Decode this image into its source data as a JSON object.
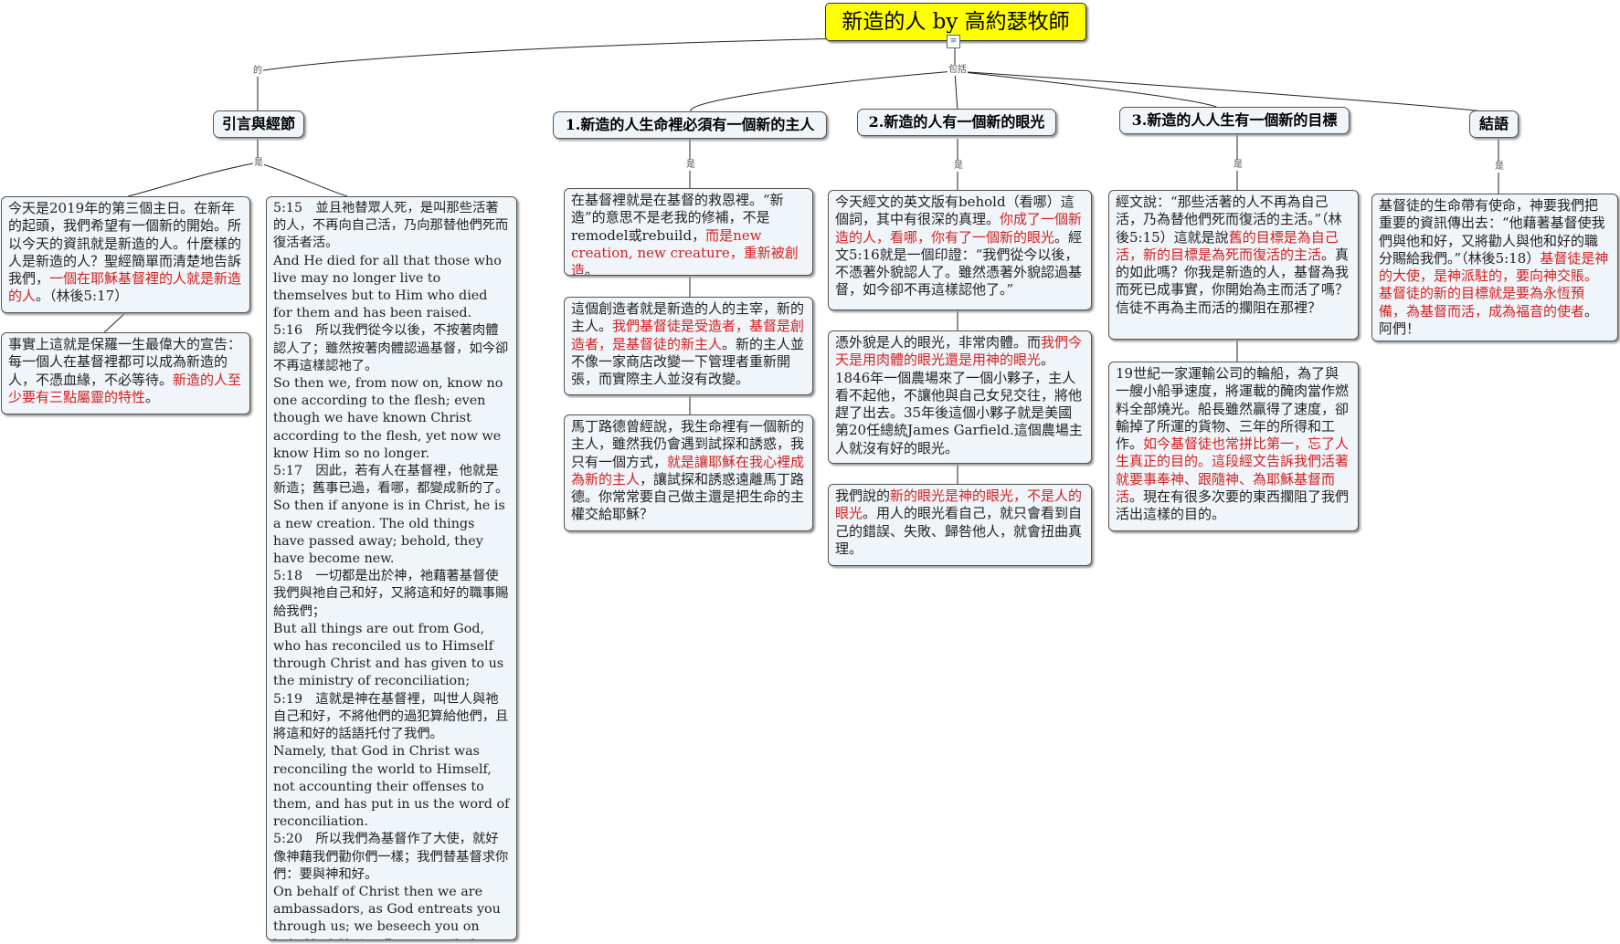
{
  "root": {
    "title": "新造的人 by 高約瑟牧師"
  },
  "edge_labels": {
    "de": "的",
    "include": "包括",
    "is": "是"
  },
  "topics": [
    {
      "id": "intro",
      "label": "引言與經節"
    },
    {
      "id": "t1",
      "label": "1.新造的人生命裡必須有一個新的主人"
    },
    {
      "id": "t2",
      "label": "2.新造的人有一個新的眼光"
    },
    {
      "id": "t3",
      "label": "3.新造的人人生有一個新的目標"
    },
    {
      "id": "concl",
      "label": "結語"
    }
  ],
  "notes": {
    "intro_a": [
      {
        "t": "今天是2019年的第三個主日。在新年的起頭，我們希望有一個新的開始。所以今天的資訊就是新造的人。什麼樣的人是新造的人？聖經簡單而清楚地告訴我們，",
        "r": false
      },
      {
        "t": "一個在耶穌基督裡的人就是新造的人",
        "r": true
      },
      {
        "t": "。（林後5:17）",
        "r": false
      }
    ],
    "intro_b": [
      {
        "t": "事實上這就是保羅一生最偉大的宣告：每一個人在基督裡都可以成為新造的人，不憑血緣，不必等待。",
        "r": false
      },
      {
        "t": "新造的人至少要有三點屬靈的特性",
        "r": true
      },
      {
        "t": "。",
        "r": false
      }
    ],
    "scripture": [
      "5:15　並且祂替眾人死，是叫那些活著的人，不再向自己活，乃向那替他們死而復活者活。",
      "And He died for all that those who live may no longer live to themselves but to Him who died for them and has been raised.",
      "5:16　所以我們從今以後，不按著肉體認人了；雖然按著肉體認過基督，如今卻不再這樣認祂了。",
      "So then we, from now on, know no one according to the flesh; even though we have known Christ according to the flesh, yet now we know Him so no longer.",
      "5:17　因此，若有人在基督裡，他就是新造；舊事已過，看哪，都變成新的了。",
      "So then if anyone is in Christ, he is a new creation. The old things have passed away; behold, they have become new.",
      "5:18　一切都是出於神，祂藉著基督使我們與祂自己和好，又將這和好的職事賜給我們；",
      "But all things are out from God, who has reconciled us to Himself through Christ and has given to us the ministry of reconciliation;",
      "5:19　這就是神在基督裡，叫世人與祂自己和好，不將他們的過犯算給他們，且將這和好的話語托付了我們。",
      "Namely, that God in Christ was reconciling the world to Himself, not accounting their offenses to them, and has put in us the word of reconciliation.",
      "5:20　所以我們為基督作了大使，就好像神藉我們勸你們一樣；我們替基督求你們：要與神和好。",
      "On behalf of Christ then we are ambassadors, as God entreats you through us; we beseech you on behalf of Christ, Be reconciled to God."
    ],
    "t1_a": [
      {
        "t": "在基督裡就是在基督的救恩裡。“新造”的意思不是老我的修補，不是remodel或rebuild，",
        "r": false
      },
      {
        "t": "而是new creation, new creature，重新被創造",
        "r": true
      },
      {
        "t": "。",
        "r": false
      }
    ],
    "t1_b": [
      {
        "t": "這個創造者就是新造的人的主宰，新的主人。",
        "r": false
      },
      {
        "t": "我們基督徒是受造者，基督是創造者，是基督徒的新主人",
        "r": true
      },
      {
        "t": "。新的主人並不像一家商店改變一下管理者重新開張，而實際主人並沒有改變。",
        "r": false
      }
    ],
    "t1_c": [
      {
        "t": "馬丁路德曾經說，我生命裡有一個新的主人，雖然我仍會遇到試探和誘惑，我只有一個方式，",
        "r": false
      },
      {
        "t": "就是讓耶穌在我心裡成為新的主人",
        "r": true
      },
      {
        "t": "，讓試探和誘惑遠離馬丁路德。你常常要自己做主還是把生命的主權交給耶穌？",
        "r": false
      }
    ],
    "t2_a": [
      {
        "t": "今天經文的英文版有behold（看哪）這個詞，其中有很深的真理。",
        "r": false
      },
      {
        "t": "你成了一個新造的人，看哪，你有了一個新的眼光",
        "r": true
      },
      {
        "t": "。經文5:16就是一個印證：“我們從今以後，不憑著外貌認人了。雖然憑著外貌認過基督，如今卻不再這樣認他了。”",
        "r": false
      }
    ],
    "t2_b": [
      {
        "t": "憑外貌是人的眼光，非常肉體。而",
        "r": false
      },
      {
        "t": "我們今天是用肉體的眼光還是用神的眼光",
        "r": true
      },
      {
        "t": "。1846年一個農場來了一個小夥子，主人看不起他，不讓他與自己女兒交往，將他趕了出去。35年後這個小夥子就是美國第20任總統James Garfield.這個農場主人就沒有好的眼光。",
        "r": false
      }
    ],
    "t2_c": [
      {
        "t": "我們說的",
        "r": false
      },
      {
        "t": "新的眼光是神的眼光，不是人的眼光",
        "r": true
      },
      {
        "t": "。用人的眼光看自己，就只會看到自己的錯誤、失敗、歸咎他人，就會扭曲真理。",
        "r": false
      }
    ],
    "t3_a": [
      {
        "t": "經文說：“那些活著的人不再為自己活，乃為替他們死而復活的主活。”（林後5:15）這就是說",
        "r": false
      },
      {
        "t": "舊的目標是為自己活，新的目標是為死而復活的主活",
        "r": true
      },
      {
        "t": "。真的如此嗎？你我是新造的人，基督為我而死已成事實，你開始為主而活了嗎？信徒不再為主而活的攔阻在那裡？",
        "r": false
      }
    ],
    "t3_b": [
      {
        "t": "19世紀一家運輸公司的輪船，為了與一艘小船爭速度，將運載的醃肉當作燃料全部燒光。船長雖然贏得了速度，卻輸掉了所運的貨物、三年的所得和工作。",
        "r": false
      },
      {
        "t": "如今基督徒也常拼比第一，忘了人生真正的目的。這段經文告訴我們活著就要事奉神、跟隨神、為耶穌基督而活",
        "r": true
      },
      {
        "t": "。現在有很多次要的東西攔阻了我們活出這樣的目的。",
        "r": false
      }
    ],
    "concl_a": [
      {
        "t": "基督徒的生命帶有使命，神要我們把重要的資訊傳出去：“他藉著基督使我們與他和好，又將勸人與他和好的職分賜給我們。”（林後5:18）",
        "r": false
      },
      {
        "t": "基督徒是神的大使，是神派駐的，要向神交賬。基督徒的新的目標就是要為永恆預備，為基督而活，成為福音的使者",
        "r": true
      },
      {
        "t": "。阿們！",
        "r": false
      }
    ]
  },
  "colors": {
    "root_bg": "#ffff00",
    "node_bg": "#f0f5f9",
    "emphasis": "#d42020"
  },
  "icons": {
    "note": "note-icon"
  }
}
